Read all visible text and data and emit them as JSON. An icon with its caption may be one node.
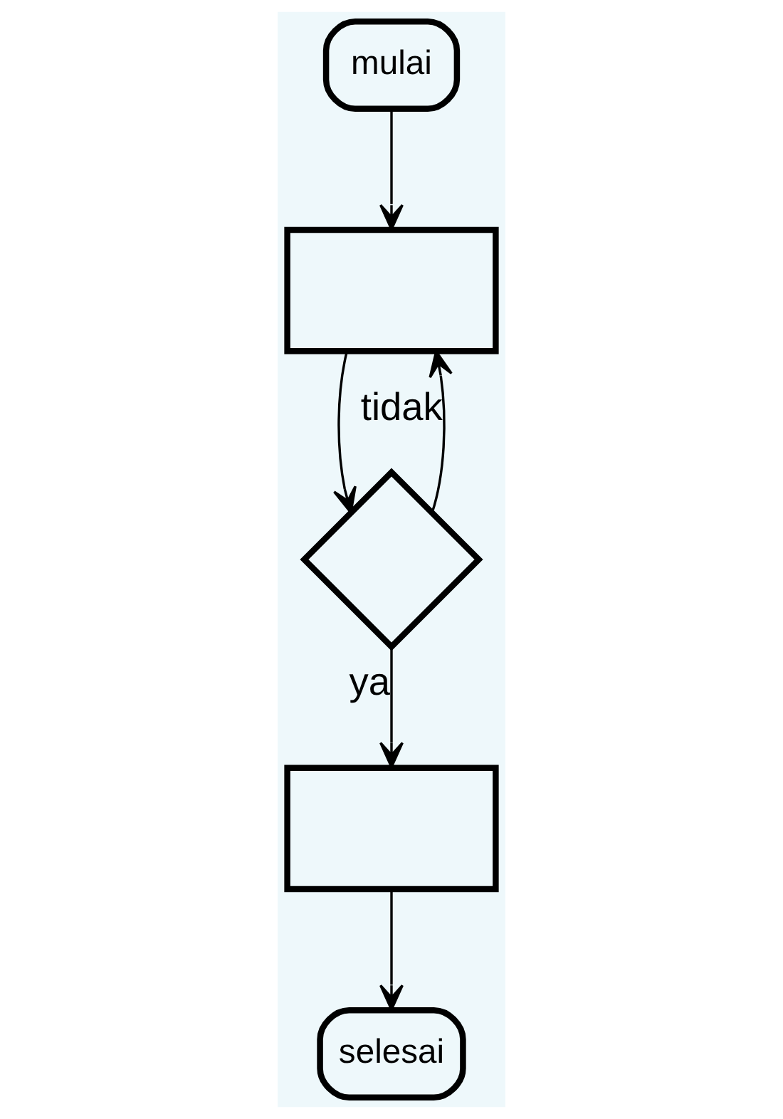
{
  "diagram": {
    "nodes": [
      {
        "text": [
          "mulai"
        ]
      },
      {
        "text": [],
        "shape": "box"
      },
      {
        "text": [],
        "shape": "diamond"
      },
      {
        "text": [],
        "shape": "box"
      },
      {
        "text": [
          "selesai"
        ]
      }
    ],
    "edges": [
      {
        "from": 0,
        "to": 1,
        "arrow": "to"
      },
      {
        "from": 1,
        "to": 2,
        "arrow": "to"
      },
      {
        "from": 2,
        "to": 1,
        "arrow": "to",
        "label": "tidak"
      },
      {
        "from": 2,
        "to": 3,
        "arrow": "to",
        "label": "ya"
      },
      {
        "from": 3,
        "to": 4,
        "arrow": "to"
      }
    ]
  }
}
